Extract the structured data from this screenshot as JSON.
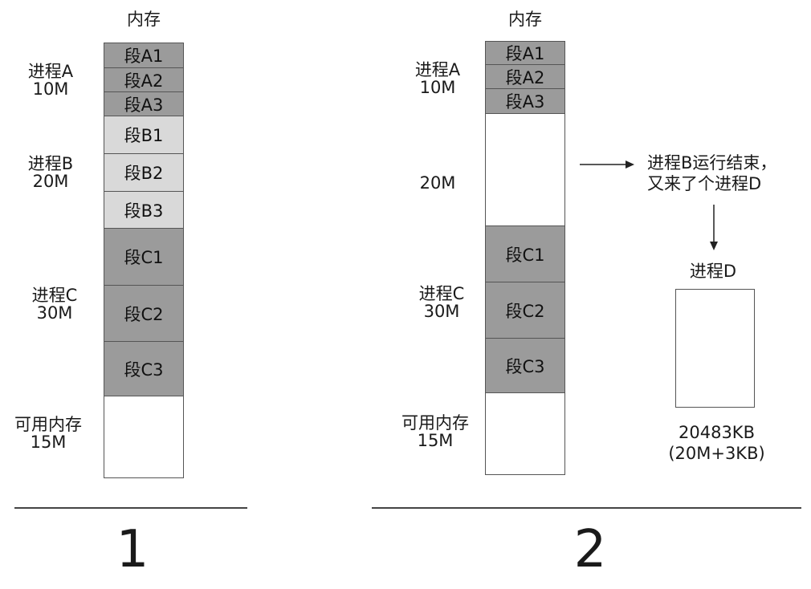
{
  "diagram1": {
    "memory_title": "内存",
    "process_a": "进程A\n10M",
    "process_b": "进程B\n20M",
    "process_c": "进程C\n30M",
    "free": "可用内存\n15M",
    "segments": [
      "段A1",
      "段A2",
      "段A3",
      "段B1",
      "段B2",
      "段B3",
      "段C1",
      "段C2",
      "段C3"
    ],
    "caption": "1"
  },
  "diagram2": {
    "memory_title": "内存",
    "process_a": "进程A\n10M",
    "hole": "20M",
    "process_c": "进程C\n30M",
    "free": "可用内存\n15M",
    "segments": [
      "段A1",
      "段A2",
      "段A3",
      "段C1",
      "段C2",
      "段C3"
    ],
    "event_note": "进程B运行结束，\n又来了个进程D",
    "process_d_label": "进程D",
    "process_d_size": "20483KB\n(20M+3KB)",
    "caption": "2"
  },
  "colors": {
    "segment_a_c": "#9b9b9b",
    "segment_b": "#d9d9d9",
    "free": "#ffffff"
  }
}
